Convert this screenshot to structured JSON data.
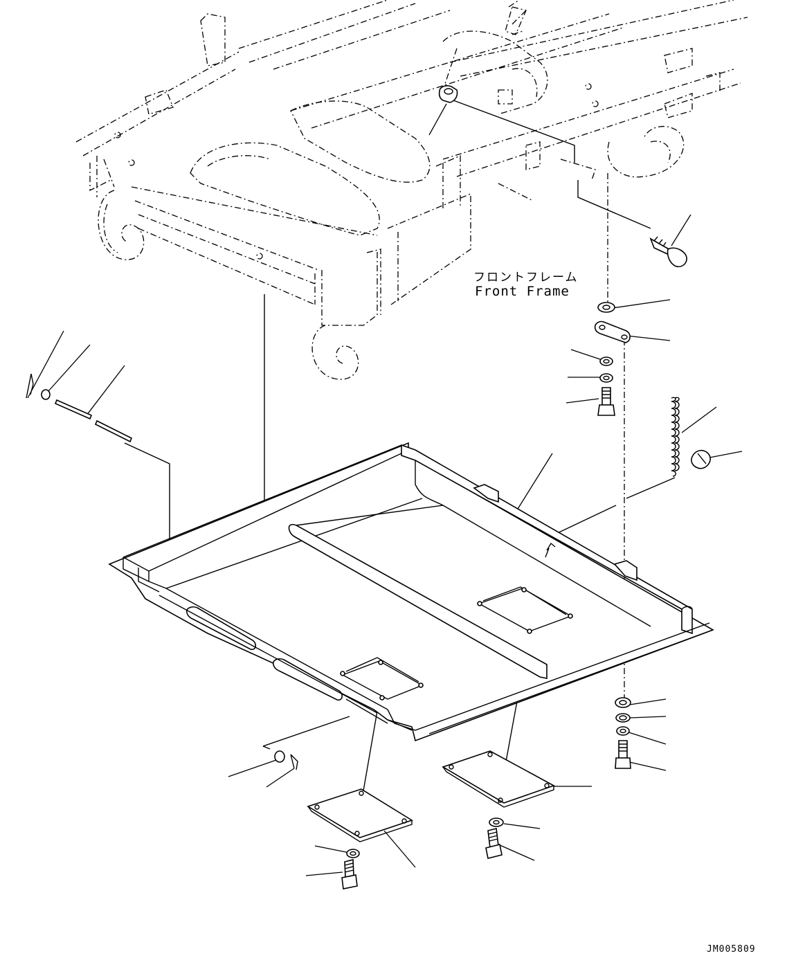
{
  "diagram": {
    "annotation_jp": "フロントフレーム",
    "annotation_en": "Front Frame",
    "drawing_code": "JM005809",
    "line_color": "#000000",
    "background_color": "#ffffff"
  }
}
